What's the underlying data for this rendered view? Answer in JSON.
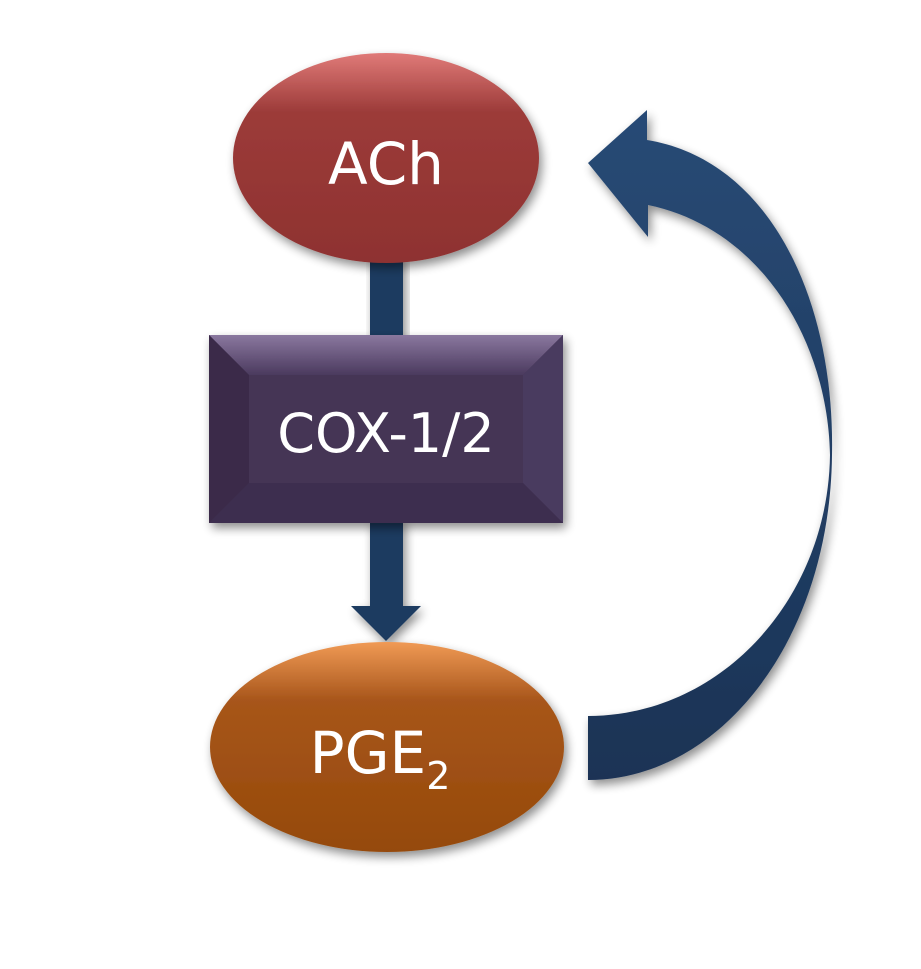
{
  "diagram": {
    "nodes": {
      "ach": {
        "label": "ACh",
        "color": "#963634"
      },
      "cox": {
        "label": "COX-1/2",
        "color": "#453455"
      },
      "pge2": {
        "label": "PGE",
        "subscript": "2",
        "color": "#9b4a0e"
      }
    },
    "edges": [
      {
        "from": "ACh",
        "to": "COX-1/2",
        "style": "connector"
      },
      {
        "from": "COX-1/2",
        "to": "PGE2",
        "style": "arrow"
      },
      {
        "from": "PGE2",
        "to": "ACh",
        "style": "curved-feedback-arrow"
      }
    ],
    "arrow_color": "#1f3a5f"
  }
}
